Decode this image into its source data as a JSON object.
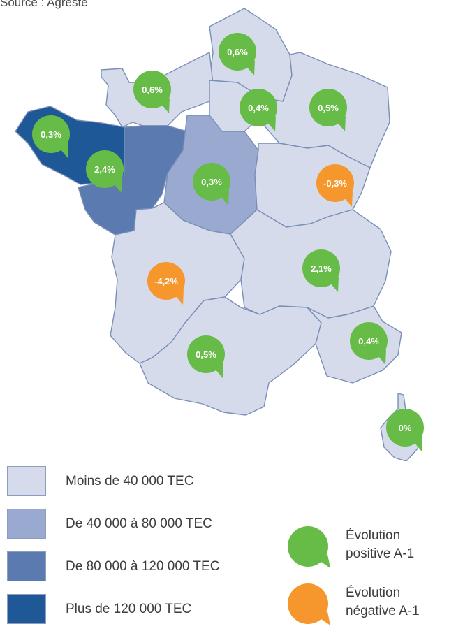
{
  "source": "Source : Agreste",
  "colors": {
    "tier1": "#d5dbeb",
    "tier2": "#9aa9cf",
    "tier3": "#5b7ab0",
    "tier4": "#1e5897",
    "positive": "#67bb47",
    "negative": "#f6972e"
  },
  "regions": [
    {
      "name": "Bretagne",
      "tier": 4,
      "evolution": "0,3%",
      "sign": "positive"
    },
    {
      "name": "Normandie",
      "tier": 1,
      "evolution": "0,6%",
      "sign": "positive"
    },
    {
      "name": "Hauts-de-France",
      "tier": 1,
      "evolution": "0,6%",
      "sign": "positive"
    },
    {
      "name": "Île-de-France",
      "tier": 1,
      "evolution": "0,4%",
      "sign": "positive"
    },
    {
      "name": "Grand Est",
      "tier": 1,
      "evolution": "0,5%",
      "sign": "positive"
    },
    {
      "name": "Pays de la Loire",
      "tier": 3,
      "evolution": "2,4%",
      "sign": "positive"
    },
    {
      "name": "Centre-Val de Loire",
      "tier": 2,
      "evolution": "0,3%",
      "sign": "positive"
    },
    {
      "name": "Bourgogne-Franche-Comté",
      "tier": 1,
      "evolution": "-0,3%",
      "sign": "negative"
    },
    {
      "name": "Nouvelle-Aquitaine",
      "tier": 1,
      "evolution": "-4,2%",
      "sign": "negative"
    },
    {
      "name": "Auvergne-Rhône-Alpes",
      "tier": 1,
      "evolution": "2,1%",
      "sign": "positive"
    },
    {
      "name": "Occitanie",
      "tier": 1,
      "evolution": "0,5%",
      "sign": "positive"
    },
    {
      "name": "Provence-Alpes-Côte d'Azur",
      "tier": 1,
      "evolution": "0,4%",
      "sign": "positive"
    },
    {
      "name": "Corse",
      "tier": 1,
      "evolution": "0%",
      "sign": "positive"
    }
  ],
  "legend": {
    "tiers": [
      {
        "label": "Moins de 40 000 TEC"
      },
      {
        "label": "De 40 000 à 80 000 TEC"
      },
      {
        "label": "De 80 000 à 120 000 TEC"
      },
      {
        "label": "Plus de 120 000 TEC"
      }
    ],
    "positive": {
      "line1": "Évolution",
      "line2": "positive A-1"
    },
    "negative": {
      "line1": "Évolution",
      "line2": "négative A-1"
    }
  }
}
